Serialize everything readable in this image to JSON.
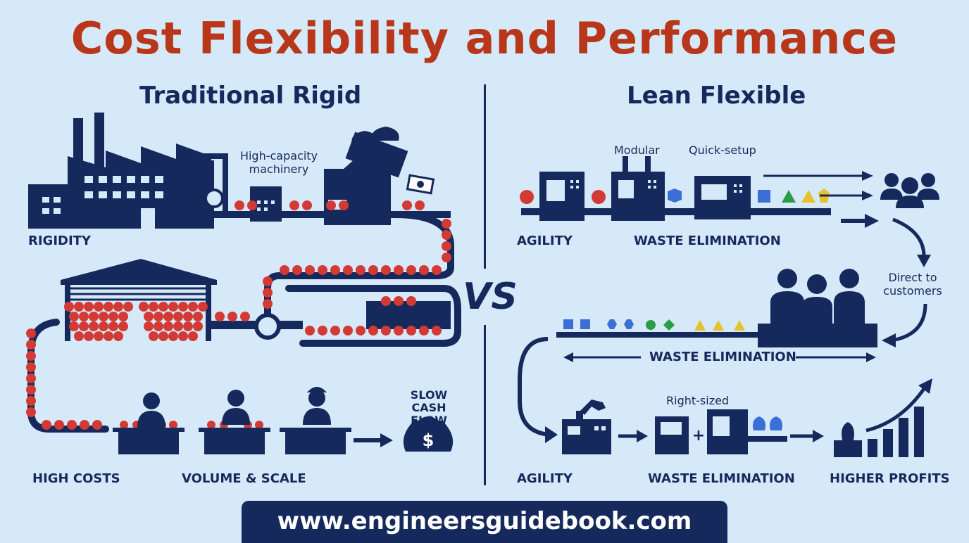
{
  "title": "Cost Flexibility and Performance",
  "left": {
    "heading": "Traditional Rigid",
    "machinery_note": "High-capacity machinery",
    "rigidity": "RIGIDITY",
    "high_costs": "HIGH COSTS",
    "volume_scale": "VOLUME & SCALE",
    "slow_cash_flow": "SLOW CASH FLOW"
  },
  "vs": "VS",
  "right": {
    "heading": "Lean Flexible",
    "modular": "Modular",
    "quick_setup": "Quick-setup",
    "agility_top": "AGILITY",
    "waste_top": "WASTE ELIMINATION",
    "direct_to_customers": "Direct to customers",
    "waste_mid": "WASTE ELIMINATION",
    "right_sized": "Right-sized",
    "agility_bottom": "AGILITY",
    "waste_bottom": "WASTE ELIMINATION",
    "higher_profits": "HIGHER PROFITS"
  },
  "footer": "www.engineersguidebook.com",
  "colors": {
    "navy": "#16295c",
    "red": "#d43a35",
    "title_red": "#b8361a",
    "background": "#d6e9f8"
  }
}
